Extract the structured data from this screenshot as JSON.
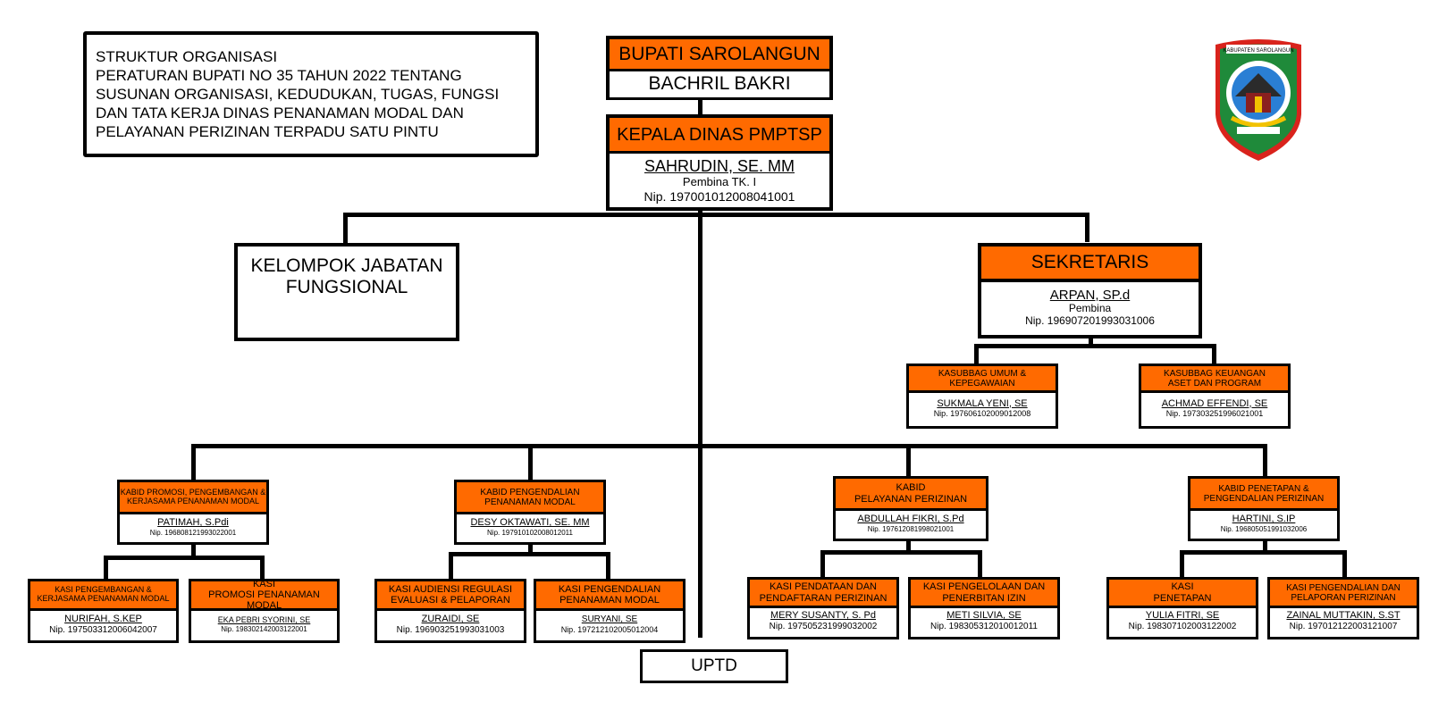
{
  "title_block": {
    "lines": [
      "STRUKTUR ORGANISASI",
      "PERATURAN BUPATI NO 35 TAHUN 2022 TENTANG",
      "SUSUNAN ORGANISASI, KEDUDUKAN, TUGAS, FUNGSI",
      "DAN TATA KERJA DINAS PENANAMAN MODAL DAN",
      "PELAYANAN PERIZINAN TERPADU SATU PINTU"
    ]
  },
  "logo": {
    "icon": "kabupaten-sarolangun-emblem-icon",
    "top_text": "KABUPATEN SAROLANGUN",
    "colors": {
      "shield": "#1f8a3a",
      "border": "#d9231c",
      "inner": "#2a7fd4"
    }
  },
  "colors": {
    "accent": "#ff6a00",
    "line": "#000000"
  },
  "bupati": {
    "title": "BUPATI SAROLANGUN",
    "name": "BACHRIL BAKRI"
  },
  "kepala": {
    "title": "KEPALA DINAS PMPTSP",
    "name": "SAHRUDIN, SE. MM",
    "rank": "Pembina TK. I",
    "nip": "Nip. 197001012008041001"
  },
  "fungsional": {
    "title_line1": "KELOMPOK JABATAN",
    "title_line2": "FUNGSIONAL"
  },
  "sekretaris": {
    "title": "SEKRETARIS",
    "name": "ARPAN, SP.d",
    "rank": "Pembina",
    "nip": "Nip. 196907201993031006"
  },
  "kasubbag": [
    {
      "title1": "KASUBBAG UMUM & KEPEGAWAIAN",
      "title2": "",
      "name": "SUKMALA YENI, SE",
      "nip": "Nip. 197606102009012008"
    },
    {
      "title1": "KASUBBAG KEUANGAN",
      "title2": "ASET DAN PROGRAM",
      "name": "ACHMAD EFFENDI, SE",
      "nip": "Nip. 197303251996021001"
    }
  ],
  "kabid": [
    {
      "title1": "KABID PROMOSI, PENGEMBANGAN &",
      "title2": "KERJASAMA PENANAMAN MODAL",
      "name": "PATIMAH, S.Pdi",
      "nip": "Nip. 196808121993022001"
    },
    {
      "title1": "KABID PENGENDALIAN",
      "title2": "PENANAMAN MODAL",
      "name": "DESY OKTAWATI, SE. MM",
      "nip": "Nip. 197910102008012011"
    },
    {
      "title1": "KABID",
      "title2": "PELAYANAN PERIZINAN",
      "name": "ABDULLAH FIKRI, S.Pd",
      "nip": "Nip. 197612081998021001"
    },
    {
      "title1": "KABID PENETAPAN &",
      "title2": "PENGENDALIAN PERIZINAN",
      "name": "HARTINI, S.IP",
      "nip": "Nip. 196805051991032006"
    }
  ],
  "kasi": [
    {
      "title1": "KASI PENGEMBANGAN &",
      "title2": "KERJASAMA PENANAMAN MODAL",
      "name": "NURIFAH, S.KEP",
      "nip": "Nip. 197503312006042007"
    },
    {
      "title1": "KASI",
      "title2": "PROMOSI PENANAMAN MODAL",
      "name": "EKA PEBRI SYORINI, SE",
      "nip": "Nip. 198302142003122001"
    },
    {
      "title1": "KASI AUDIENSI REGULASI",
      "title2": "EVALUASI & PELAPORAN",
      "name": "ZURAIDI, SE",
      "nip": "Nip. 196903251993031003"
    },
    {
      "title1": "KASI PENGENDALIAN",
      "title2": "PENANAMAN MODAL",
      "name": "SURYANI, SE",
      "nip": "Nip. 197212102005012004"
    },
    {
      "title1": "KASI PENDATAAN DAN",
      "title2": "PENDAFTARAN PERIZINAN",
      "name": "MERY SUSANTY, S. Pd",
      "nip": "Nip. 197505231999032002"
    },
    {
      "title1": "KASI PENGELOLAAN DAN",
      "title2": "PENERBITAN IZIN",
      "name": "METI SILVIA, SE",
      "nip": "Nip. 198305312010012011"
    },
    {
      "title1": "KASI",
      "title2": "PENETAPAN",
      "name": "YULIA FITRI, SE",
      "nip": "Nip. 198307102003122002"
    },
    {
      "title1": "KASI PENGENDALIAN DAN",
      "title2": "PELAPORAN PERIZINAN",
      "name": "ZAINAL MUTTAKIN, S.ST",
      "nip": "Nip. 197012122003121007"
    }
  ],
  "uptd": {
    "label": "UPTD"
  }
}
